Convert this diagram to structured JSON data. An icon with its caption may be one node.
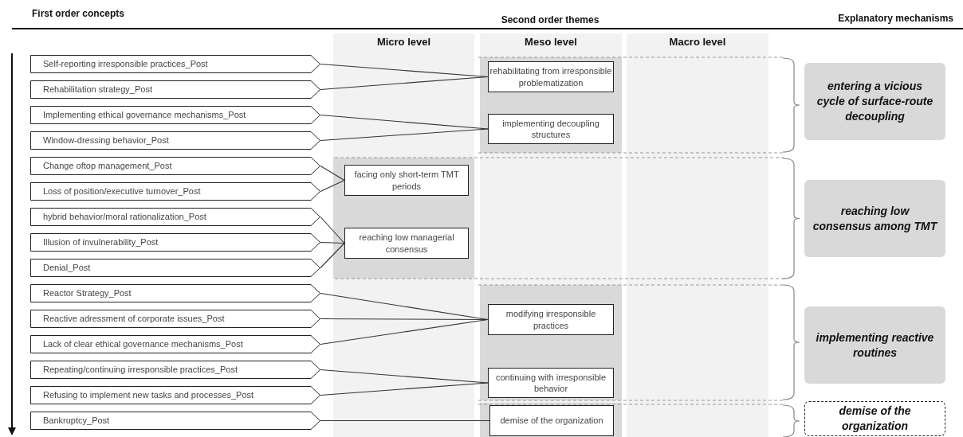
{
  "diagram": {
    "nodes": [
      {
        "text": [
          "Self-reporting irresponsible practices_Post"
        ]
      },
      {
        "text": [
          "Rehabilitation strategy_Post"
        ]
      },
      {
        "text": [
          "Implementing ethical governance mechanisms_Post"
        ]
      },
      {
        "text": [
          "Window-dressing behavior_Post"
        ]
      },
      {
        "text": [
          "Change oftop management_Post"
        ]
      },
      {
        "text": [
          "Loss of position/executive turnover_Post"
        ]
      },
      {
        "text": [
          "hybrid behavior/moral rationalization_Post"
        ]
      },
      {
        "text": [
          "Illusion of invulnerability_Post"
        ]
      },
      {
        "text": [
          "Denial_Post"
        ]
      },
      {
        "text": [
          "Reactor Strategy_Post"
        ]
      },
      {
        "text": [
          "Reactive adressment of corporate issues_Post"
        ]
      },
      {
        "text": [
          "Lack of clear ethical governance mechanisms_Post"
        ]
      },
      {
        "text": [
          "Repeating/continuing irresponsible practices_Post"
        ]
      },
      {
        "text": [
          "Refusing to implement new tasks and processes_Post"
        ]
      },
      {
        "text": [
          "Bankruptcy_Post"
        ]
      },
      {
        "text": [
          "Micro level"
        ]
      },
      {
        "text": [
          "Meso level"
        ]
      },
      {
        "text": [
          "Macro level"
        ]
      },
      {
        "text": [
          "rehabilitating from irresponsible problematization"
        ],
        "in": 16
      },
      {
        "text": [
          "implementing decoupling structures"
        ],
        "in": 16
      },
      {
        "text": [
          "facing only short-term TMT periods"
        ],
        "in": 15
      },
      {
        "text": [
          "reaching low managerial consensus"
        ],
        "in": 15
      },
      {
        "text": [
          "modifying irresponsible practices"
        ],
        "in": 16
      },
      {
        "text": [
          "continuing with irresponsible behavior"
        ],
        "in": 16
      },
      {
        "text": [
          "demise of the organization"
        ],
        "in": 16
      },
      {
        "text": [
          "entering a vicious cycle of surface-route decoupling"
        ]
      },
      {
        "text": [
          "reaching low consensus among TMT"
        ]
      },
      {
        "text": [
          "implementing reactive routines"
        ]
      },
      {
        "text": [
          "demise of the organization"
        ]
      }
    ],
    "edges": [
      {
        "from": 0,
        "to": 18,
        "arrow": "none"
      },
      {
        "from": 1,
        "to": 18,
        "arrow": "none"
      },
      {
        "from": 2,
        "to": 19,
        "arrow": "none"
      },
      {
        "from": 3,
        "to": 19,
        "arrow": "none"
      },
      {
        "from": 4,
        "to": 20,
        "arrow": "none"
      },
      {
        "from": 5,
        "to": 20,
        "arrow": "none"
      },
      {
        "from": 6,
        "to": 21,
        "arrow": "none"
      },
      {
        "from": 7,
        "to": 21,
        "arrow": "none"
      },
      {
        "from": 8,
        "to": 21,
        "arrow": "none"
      },
      {
        "from": 9,
        "to": 22,
        "arrow": "none"
      },
      {
        "from": 10,
        "to": 22,
        "arrow": "none"
      },
      {
        "from": 11,
        "to": 22,
        "arrow": "none"
      },
      {
        "from": 12,
        "to": 23,
        "arrow": "none"
      },
      {
        "from": 13,
        "to": 23,
        "arrow": "none"
      },
      {
        "from": 14,
        "to": 24,
        "arrow": "none"
      }
    ],
    "labels": [
      "First order concepts",
      "Second order themes",
      "Explanatory mechanisms"
    ]
  }
}
